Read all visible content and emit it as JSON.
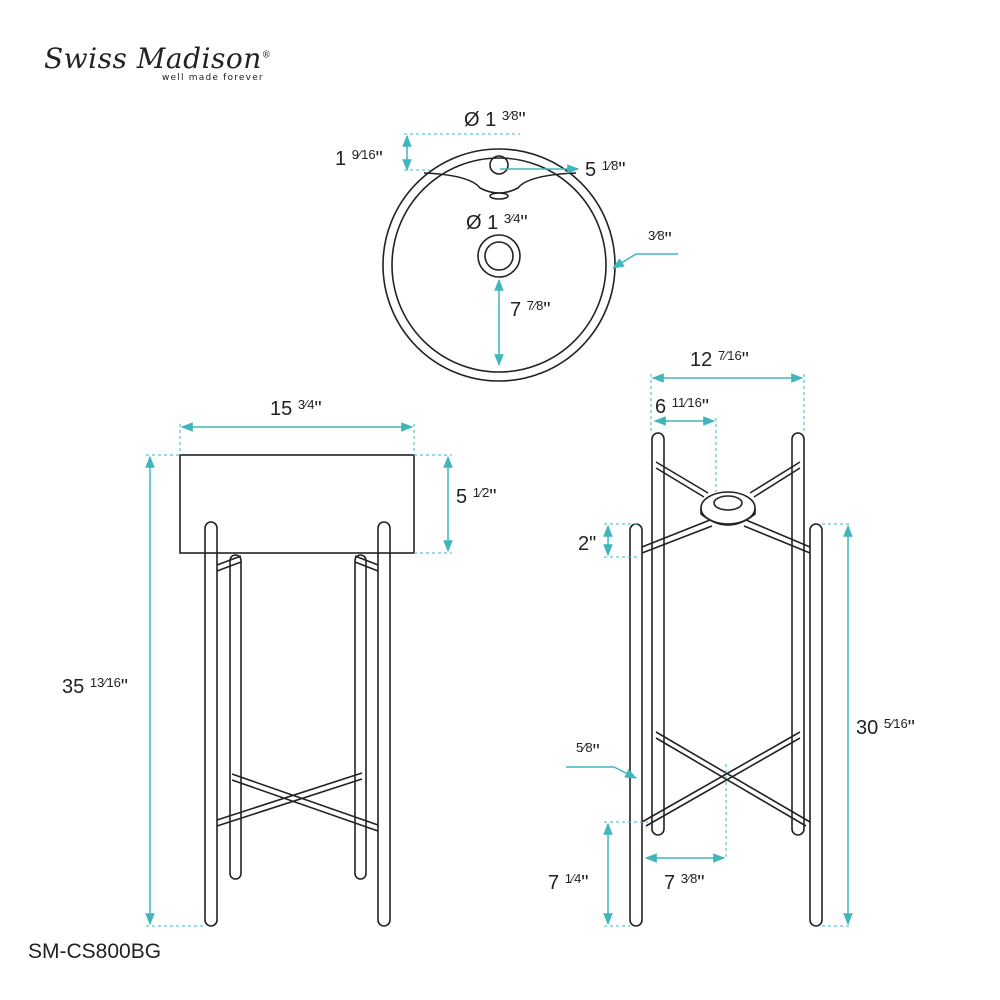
{
  "brand": {
    "name": "Swiss Madison",
    "registered_mark": "®",
    "tagline": "well made forever"
  },
  "model": "SM-CS800BG",
  "colors": {
    "outline": "#222222",
    "dimension": "#3fb6bc"
  },
  "dimensions": {
    "faucet_hole_diameter": {
      "whole": "Ø 1",
      "frac": "3⁄8",
      "unit": "\""
    },
    "faucet_hole_offset": {
      "whole": "1",
      "frac": "9⁄16",
      "unit": "\""
    },
    "faucet_to_center": {
      "whole": "5",
      "frac": "1⁄8",
      "unit": "\""
    },
    "drain_diameter": {
      "whole": "Ø 1",
      "frac": "3⁄4",
      "unit": "\""
    },
    "rim_thickness": {
      "whole": "",
      "frac": "3⁄8",
      "unit": "\""
    },
    "drain_to_edge": {
      "whole": "7",
      "frac": "7⁄8",
      "unit": "\""
    },
    "basin_width": {
      "whole": "15",
      "frac": "3⁄4",
      "unit": "\""
    },
    "basin_height": {
      "whole": "5",
      "frac": "1⁄2",
      "unit": "\""
    },
    "total_height": {
      "whole": "35",
      "frac": "13⁄16",
      "unit": "\""
    },
    "stand_width": {
      "whole": "12",
      "frac": "7⁄16",
      "unit": "\""
    },
    "stand_half_width": {
      "whole": "6",
      "frac": "11⁄16",
      "unit": "\""
    },
    "ring_height": {
      "whole": "2",
      "frac": "",
      "unit": "\""
    },
    "leg_diameter": {
      "whole": "",
      "frac": "5⁄8",
      "unit": "\""
    },
    "stand_height": {
      "whole": "30",
      "frac": "5⁄16",
      "unit": "\""
    },
    "lower_brace_height": {
      "whole": "7",
      "frac": "1⁄4",
      "unit": "\""
    },
    "lower_brace_offset": {
      "whole": "7",
      "frac": "3⁄8",
      "unit": "\""
    }
  }
}
